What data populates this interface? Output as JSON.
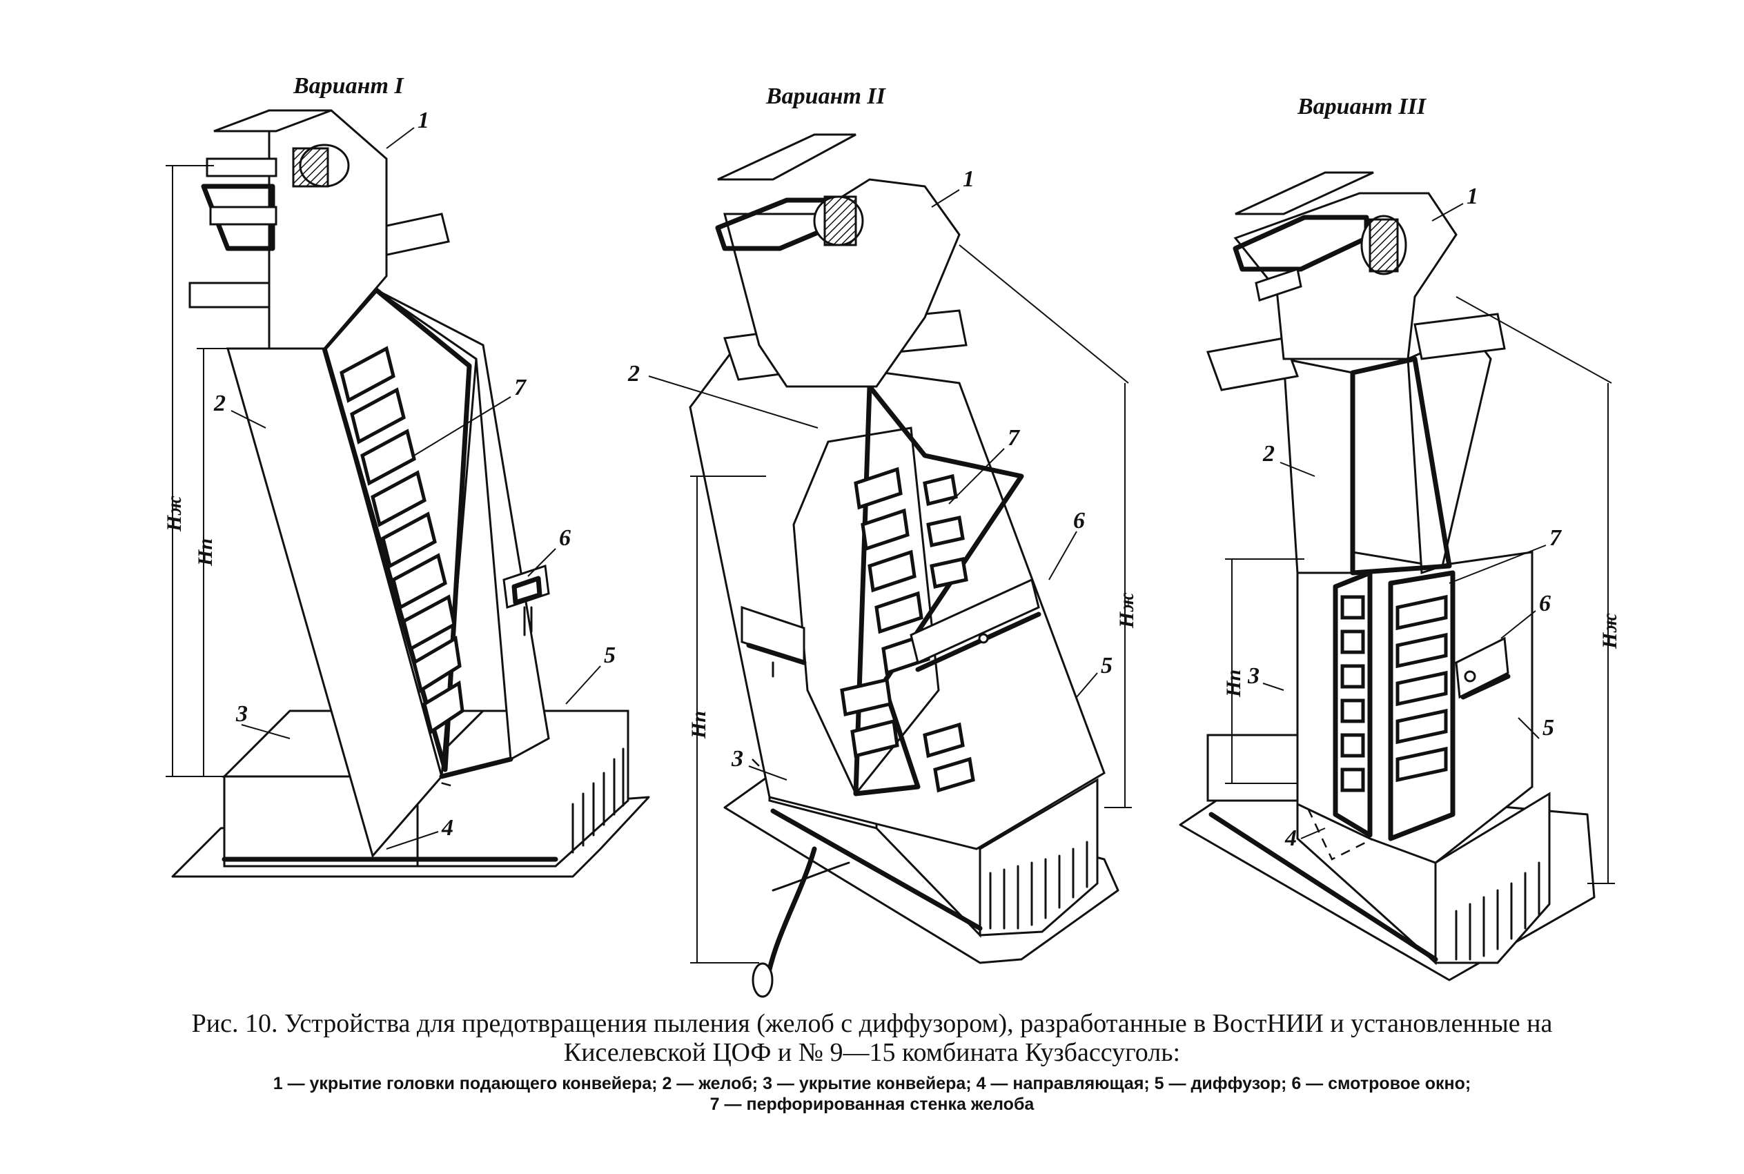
{
  "variants": [
    {
      "title": "Вариант I"
    },
    {
      "title": "Вариант II"
    },
    {
      "title": "Вариант III"
    }
  ],
  "part_numbers": [
    "1",
    "2",
    "3",
    "4",
    "5",
    "6",
    "7"
  ],
  "dimensions": {
    "height_chute": "Нж",
    "height_pit": "Нп"
  },
  "caption": {
    "main_line1": "Рис. 10. Устройства для предотвращения пыления (желоб с диффузором), разработанные в ВостНИИ и установленные на",
    "main_line2": "Киселевской ЦОФ и № 9—15 комбината Кузбассуголь:",
    "legend_line1": "1 — укрытие головки подающего конвейера; 2 — желоб; 3 — укрытие конвейера; 4 — направляющая; 5 — диффузор; 6 — смотровое окно;",
    "legend_line2": "7 — перфорированная стенка желоба"
  }
}
